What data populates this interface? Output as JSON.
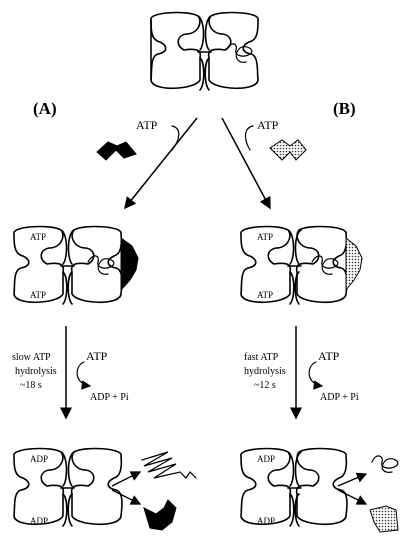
{
  "panels": {
    "a_label": "(A)",
    "b_label": "(B)"
  },
  "labels": {
    "atp": "ATP",
    "adp": "ADP",
    "adp_pi": "ADP + Pi"
  },
  "path_a": {
    "rate_line1": "slow ATP",
    "rate_line2": "hydrolysis",
    "rate_line3": "~18 s"
  },
  "path_b": {
    "rate_line1": "fast ATP",
    "rate_line2": "hydrolysis",
    "rate_line3": "~12 s"
  },
  "colors": {
    "stroke": "#000000",
    "background": "#ffffff",
    "gp31_a": "#000000",
    "gp31_b": "dotted-gray"
  }
}
